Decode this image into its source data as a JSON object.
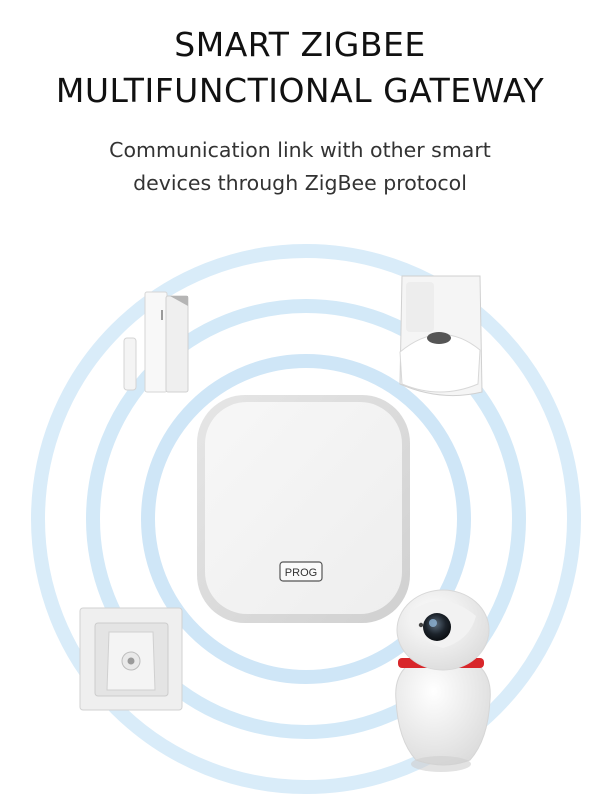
{
  "header": {
    "title_line1": "SMART ZIGBEE",
    "title_line2": "MULTIFUNCTIONAL GATEWAY",
    "subtitle_line1": "Communication link with other smart",
    "subtitle_line2": "devices through ZigBee protocol"
  },
  "gateway": {
    "button_label": "PROG"
  },
  "colors": {
    "signal_ring": "#cfe6f7",
    "signal_ring_inner": "#e9f4fc",
    "device_body": "#f4f4f4",
    "camera_accent": "#d8262a"
  },
  "icons": {
    "hub": "gateway-hub-icon",
    "door": "door-sensor-icon",
    "pir": "motion-sensor-icon",
    "wall": "wall-motion-sensor-icon",
    "camera": "camera-icon"
  }
}
